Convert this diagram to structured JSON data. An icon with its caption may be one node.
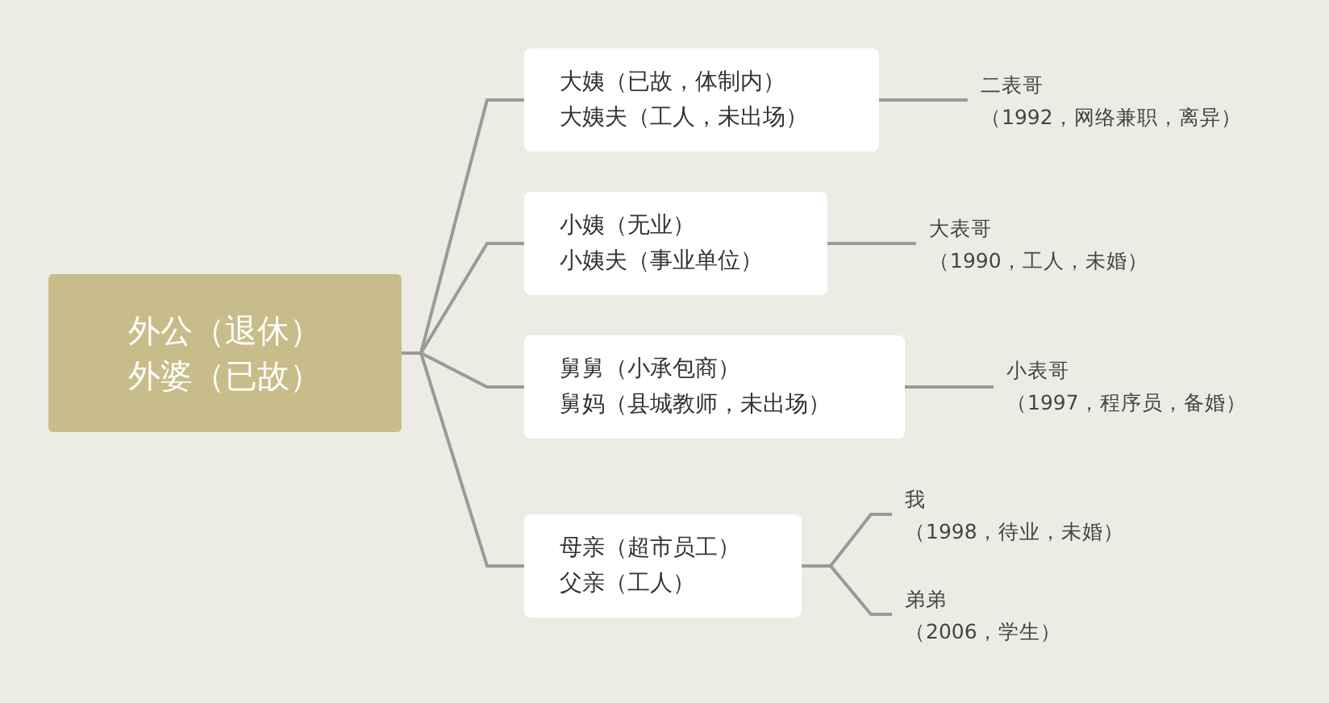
{
  "diagram": {
    "nodes": [
      {
        "text": [
          "外公（退休）",
          "外婆（已故）"
        ]
      },
      {
        "text": [
          "大姨（已故，体制内）",
          "大姨夫（工人，未出场）"
        ]
      },
      {
        "text": [
          "小姨（无业）",
          "小姨夫（事业单位）"
        ]
      },
      {
        "text": [
          "舅舅（小承包商）",
          "舅妈（县城教师，未出场）"
        ]
      },
      {
        "text": [
          "母亲（超市员工）",
          "父亲（工人）"
        ]
      },
      {
        "text": [
          "二表哥",
          "（1992，网络兼职，离异）"
        ]
      },
      {
        "text": [
          "大表哥",
          "（1990，工人，未婚）"
        ]
      },
      {
        "text": [
          "小表哥",
          "（1997，程序员，备婚）"
        ]
      },
      {
        "text": [
          "我",
          "（1998，待业，未婚）"
        ]
      },
      {
        "text": [
          "弟弟",
          "（2006，学生）"
        ]
      }
    ],
    "edges": [
      {
        "from": 0,
        "to": 1,
        "arrow": "none"
      },
      {
        "from": 0,
        "to": 2,
        "arrow": "none"
      },
      {
        "from": 0,
        "to": 3,
        "arrow": "none"
      },
      {
        "from": 0,
        "to": 4,
        "arrow": "none"
      },
      {
        "from": 1,
        "to": 5,
        "arrow": "none"
      },
      {
        "from": 2,
        "to": 6,
        "arrow": "none"
      },
      {
        "from": 3,
        "to": 7,
        "arrow": "none"
      },
      {
        "from": 4,
        "to": 8,
        "arrow": "none"
      },
      {
        "from": 4,
        "to": 9,
        "arrow": "none"
      }
    ]
  }
}
